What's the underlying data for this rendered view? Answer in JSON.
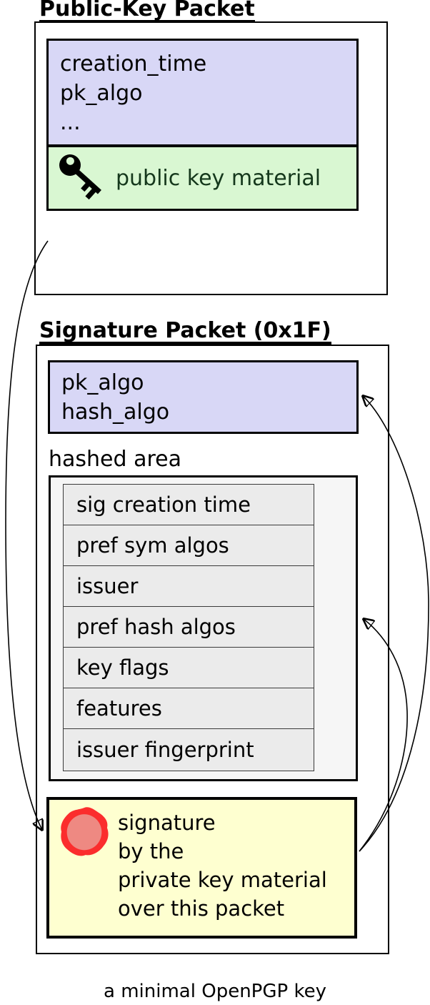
{
  "caption": "a minimal OpenPGP key",
  "public_key_packet": {
    "title": "Public-Key Packet",
    "fields": [
      "creation_time",
      "pk_algo",
      "..."
    ],
    "key_material_label": "public key material",
    "key_icon": "key-icon"
  },
  "signature_packet": {
    "title": "Signature Packet (0x1F)",
    "fields": [
      "pk_algo",
      "hash_algo"
    ],
    "hashed_area_label": "hashed area",
    "subpackets": [
      "sig creation time",
      "pref sym algos",
      "issuer",
      "pref hash algos",
      "key flags",
      "features",
      "issuer fingerprint"
    ],
    "signature_lines": [
      "signature",
      "by the",
      "private key material",
      "over this packet"
    ],
    "seal_icon": "seal-icon"
  },
  "colors": {
    "fields_fill": "#d8d7f6",
    "key_material_fill": "#d9f7d2",
    "key_material_text": "#15381c",
    "hashed_area_fill": "#f6f6f6",
    "subpacket_fill": "#ebebeb",
    "signature_fill": "#feffd0",
    "seal_ring": "#fb2d2d",
    "seal_center": "#ee8982"
  }
}
